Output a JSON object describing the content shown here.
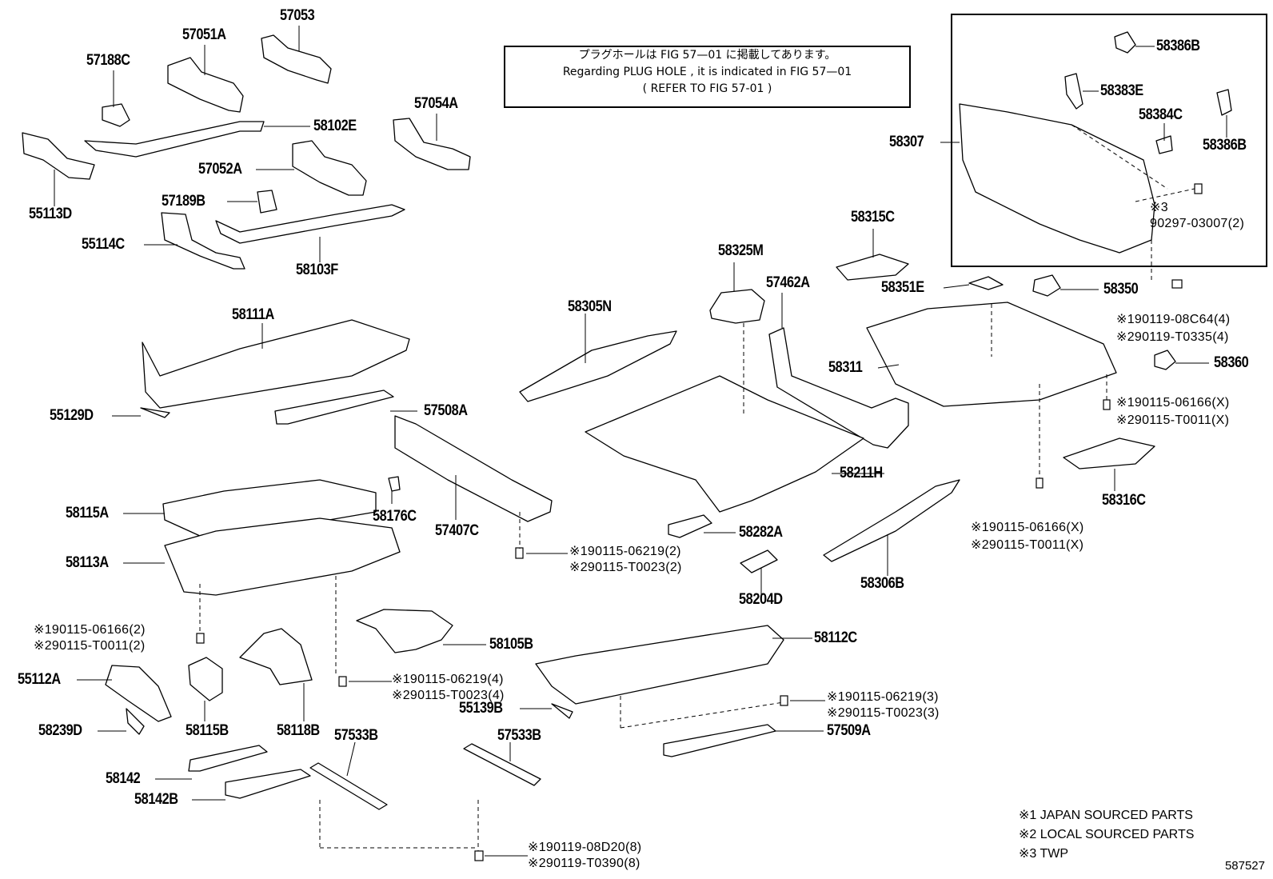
{
  "note": {
    "line1": "プラグホールは FIG  57—01 に掲載してあります。",
    "line2": "Regarding  PLUG  HOLE , it is indicated in FIG  57—01",
    "line3": "( REFER  TO  FIG  57-01 )"
  },
  "parts": {
    "p57053": "57053",
    "p57051A": "57051A",
    "p57188C": "57188C",
    "p58102E": "58102E",
    "p57054A": "57054A",
    "p55113D": "55113D",
    "p57052A": "57052A",
    "p57189B": "57189B",
    "p55114C": "55114C",
    "p58103F": "58103F",
    "p58111A": "58111A",
    "p55129D": "55129D",
    "p57508A": "57508A",
    "p58115A": "58115A",
    "p58176C": "58176C",
    "p57407C": "57407C",
    "p58113A": "58113A",
    "p58105B": "58105B",
    "p55112A": "55112A",
    "p58115B": "58115B",
    "p58118B": "58118B",
    "p58239D": "58239D",
    "p57533B_a": "57533B",
    "p57533B_b": "57533B",
    "p58142": "58142",
    "p58142B": "58142B",
    "p58112C": "58112C",
    "p55139B": "55139B",
    "p57509A": "57509A",
    "p58305N": "58305N",
    "p58325M": "58325M",
    "p57462A": "57462A",
    "p58315C": "58315C",
    "p58351E": "58351E",
    "p58350": "58350",
    "p58311": "58311",
    "p58211H": "58211H",
    "p58282A": "58282A",
    "p58204D": "58204D",
    "p58306B": "58306B",
    "p58360": "58360",
    "p58316C": "58316C",
    "p58307": "58307",
    "p58386B_a": "58386B",
    "p58383E": "58383E",
    "p58384C": "58384C",
    "p58386B_b": "58386B"
  },
  "fasteners": {
    "f1a": "※190115-06166(2)",
    "f1b": "※290115-T0011(2)",
    "f2a": "※190115-06219(4)",
    "f2b": "※290115-T0023(4)",
    "f3a": "※190115-06219(2)",
    "f3b": "※290115-T0023(2)",
    "f4a": "※190115-06219(3)",
    "f4b": "※290115-T0023(3)",
    "f5a": "※190119-08D20(8)",
    "f5b": "※290119-T0390(8)",
    "f6a": "※190115-06166(X)",
    "f6b": "※290115-T0011(X)",
    "f7a": "※190115-06166(X)",
    "f7b": "※290115-T0011(X)",
    "f8a": "※190119-08C64(4)",
    "f8b": "※290119-T0335(4)",
    "f9a": "※3",
    "f9b": "90297-03007(2)"
  },
  "legend": {
    "l1": "※1 JAPAN SOURCED PARTS",
    "l2": "※2 LOCAL SOURCED PARTS",
    "l3": "※3 TWP"
  },
  "diagram_code": "587527"
}
